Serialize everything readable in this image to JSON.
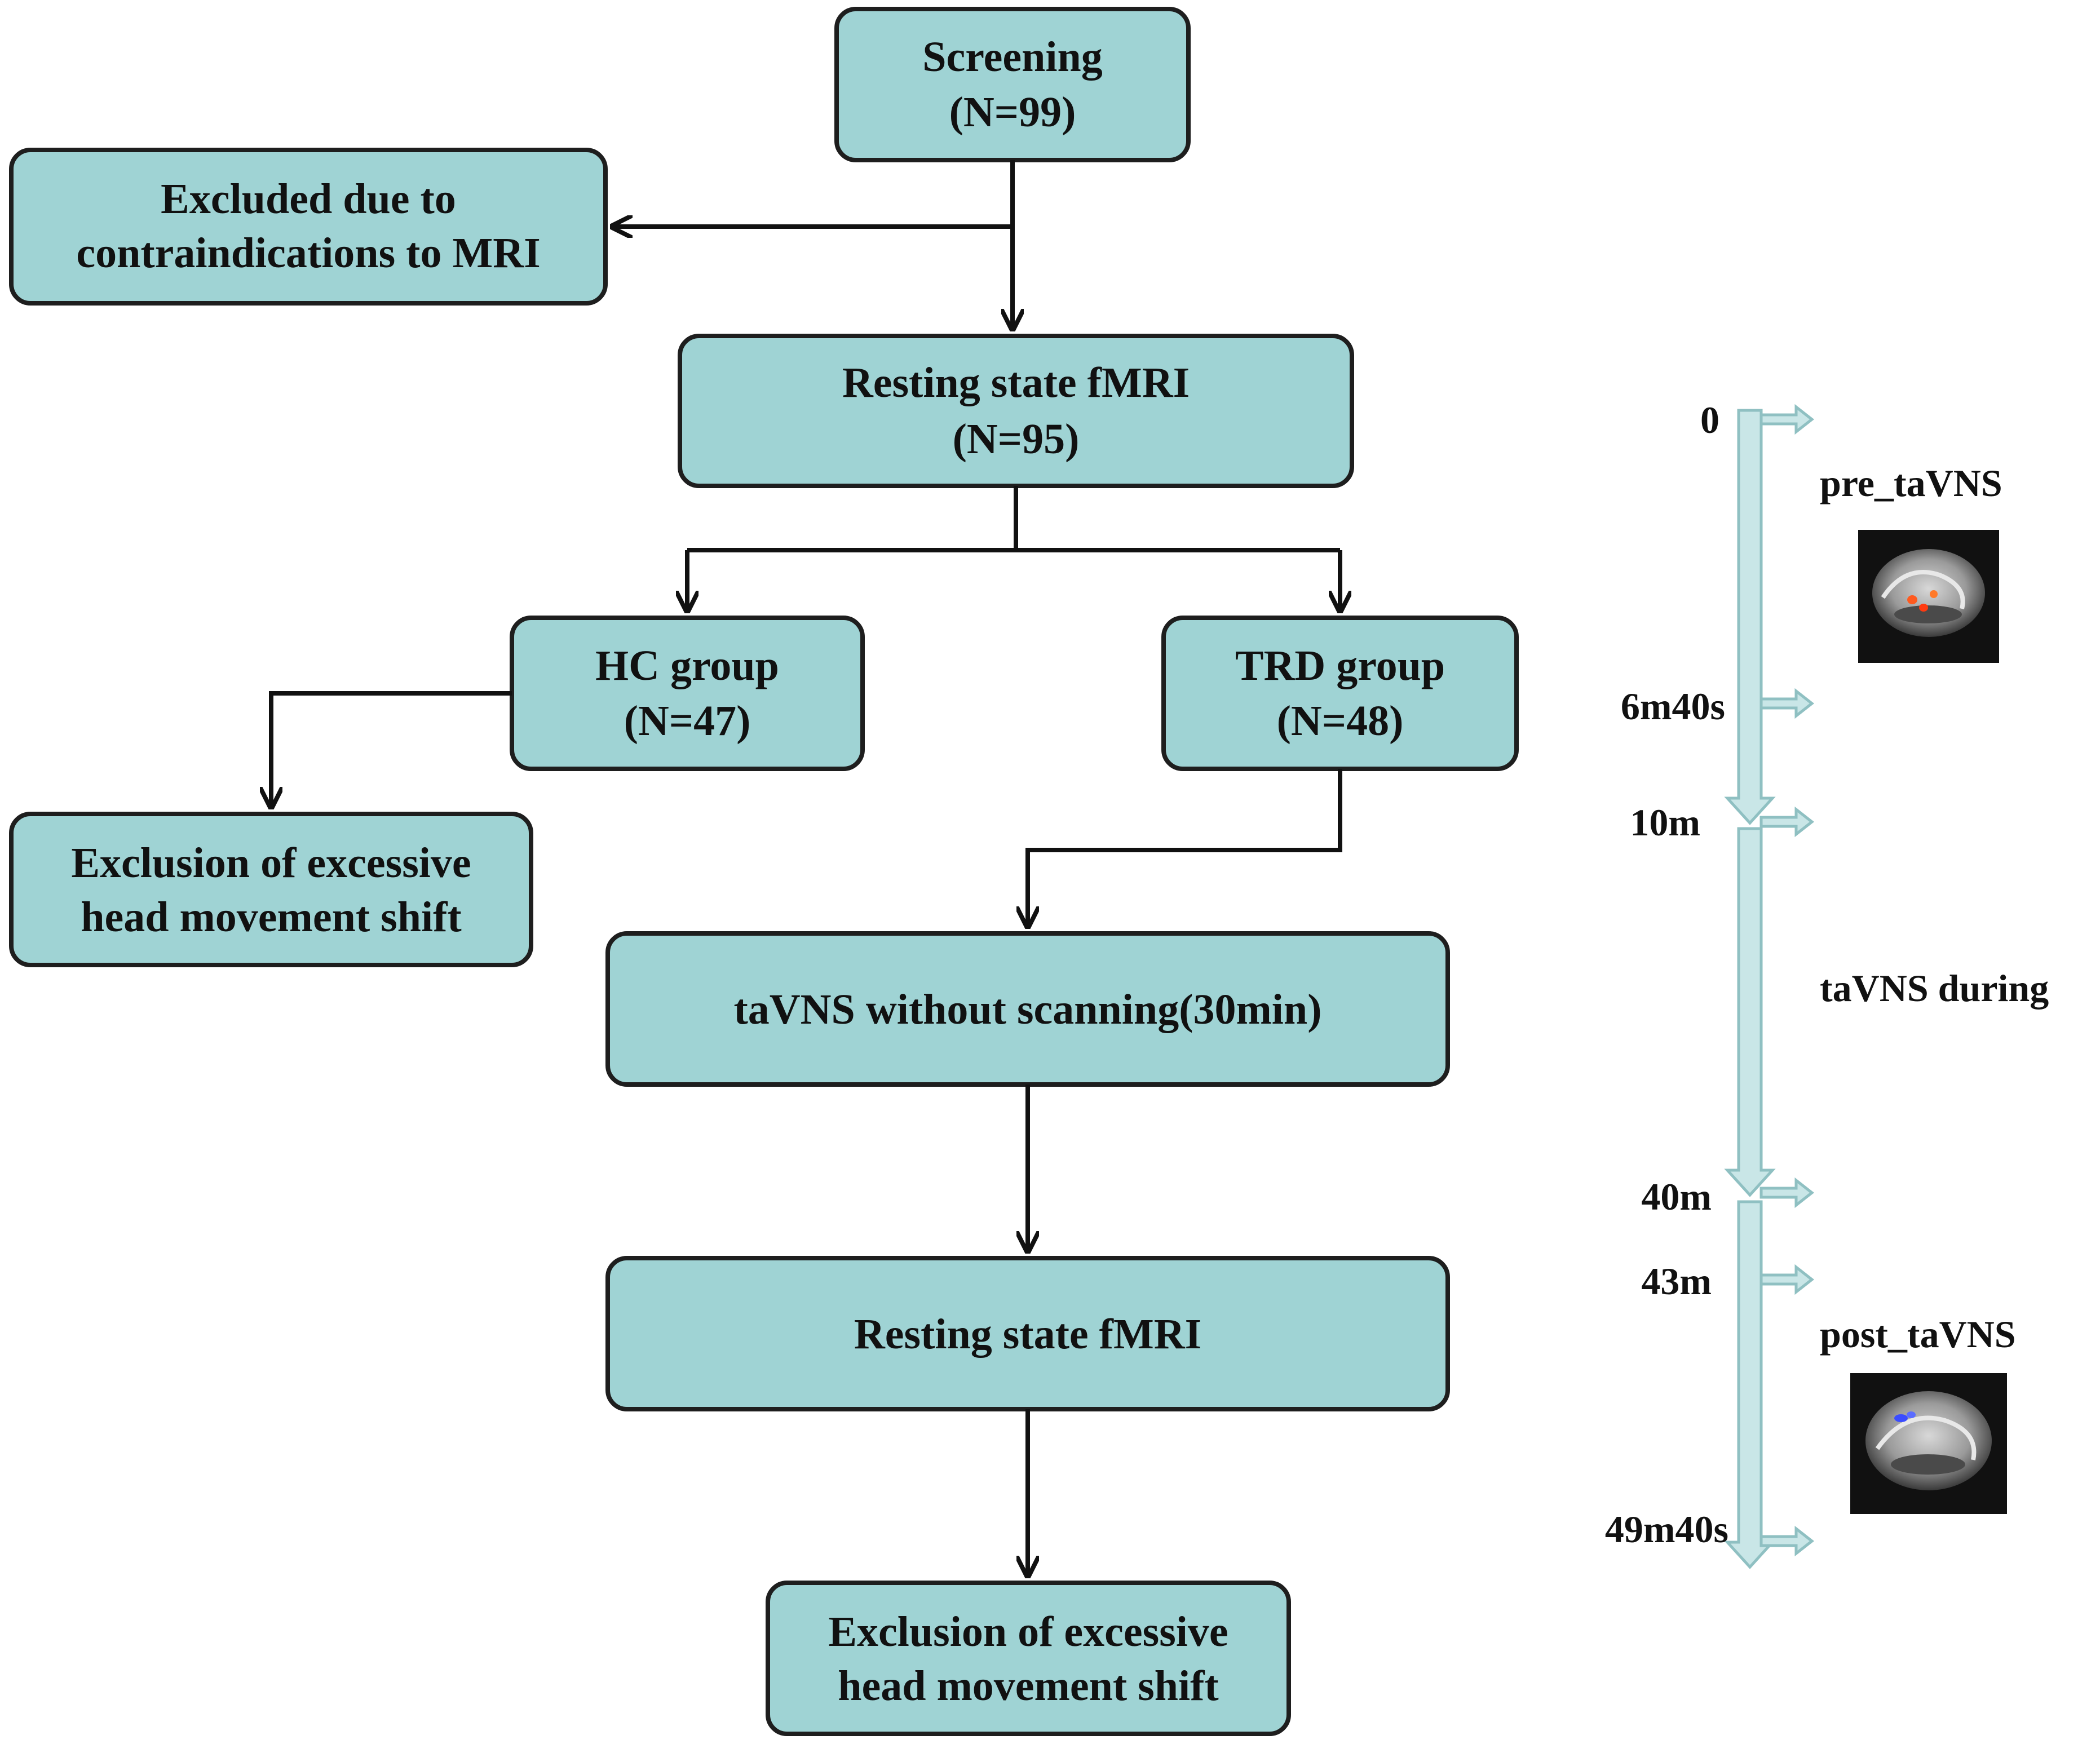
{
  "nodes": {
    "screening": {
      "line1": "Screening",
      "line2": "(N=99)"
    },
    "excluded_mri": {
      "line1": "Excluded due to",
      "line2": "contraindications to MRI"
    },
    "rs_fmri_1": {
      "line1": "Resting state fMRI",
      "line2": "(N=95)"
    },
    "hc_group": {
      "line1": "HC group",
      "line2": "(N=47)"
    },
    "trd_group": {
      "line1": "TRD group",
      "line2": "(N=48)"
    },
    "exclusion_hc": {
      "line1": "Exclusion of excessive",
      "line2": "head movement shift"
    },
    "tavns_noscan": {
      "line1": "taVNS without scanning(30min)"
    },
    "rs_fmri_2": {
      "line1": "Resting state fMRI"
    },
    "exclusion_final": {
      "line1": "Exclusion of excessive",
      "line2": "head movement shift"
    }
  },
  "timeline": {
    "ticks": [
      "0",
      "6m40s",
      "10m",
      "40m",
      "43m",
      "49m40s"
    ],
    "phases": {
      "pre": "pre_taVNS",
      "during": "taVNS during",
      "post": "post_taVNS"
    },
    "colors": {
      "arrow_fill": "#c9e6e7",
      "arrow_stroke": "#8fc0c2"
    }
  },
  "colors": {
    "box_fill": "#9fd3d4",
    "box_stroke": "#1e1e1e"
  }
}
